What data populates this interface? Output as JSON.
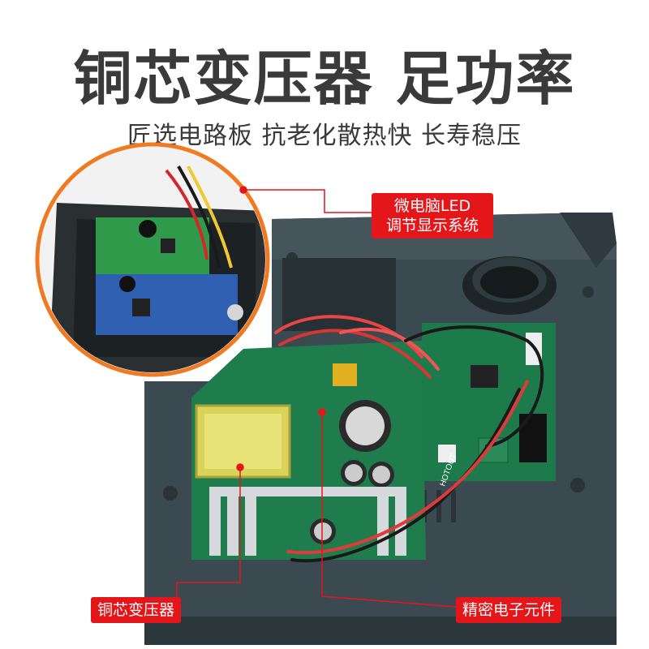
{
  "headline": "铜芯变压器 足功率",
  "subline": "匠选电路板 抗老化散热快 长寿稳压",
  "labels": {
    "led_line1": "微电脑LED",
    "led_line2": "调节显示系统",
    "transformer": "铜芯变压器",
    "components": "精密电子元件"
  },
  "pcb_marking": "HOTOUT",
  "colors": {
    "accent": "#e4161a",
    "headline": "#3a3a3a",
    "enclosure": "#3b4950",
    "pcb": "#1d7a4a",
    "callout_ring": "#f07a22"
  }
}
